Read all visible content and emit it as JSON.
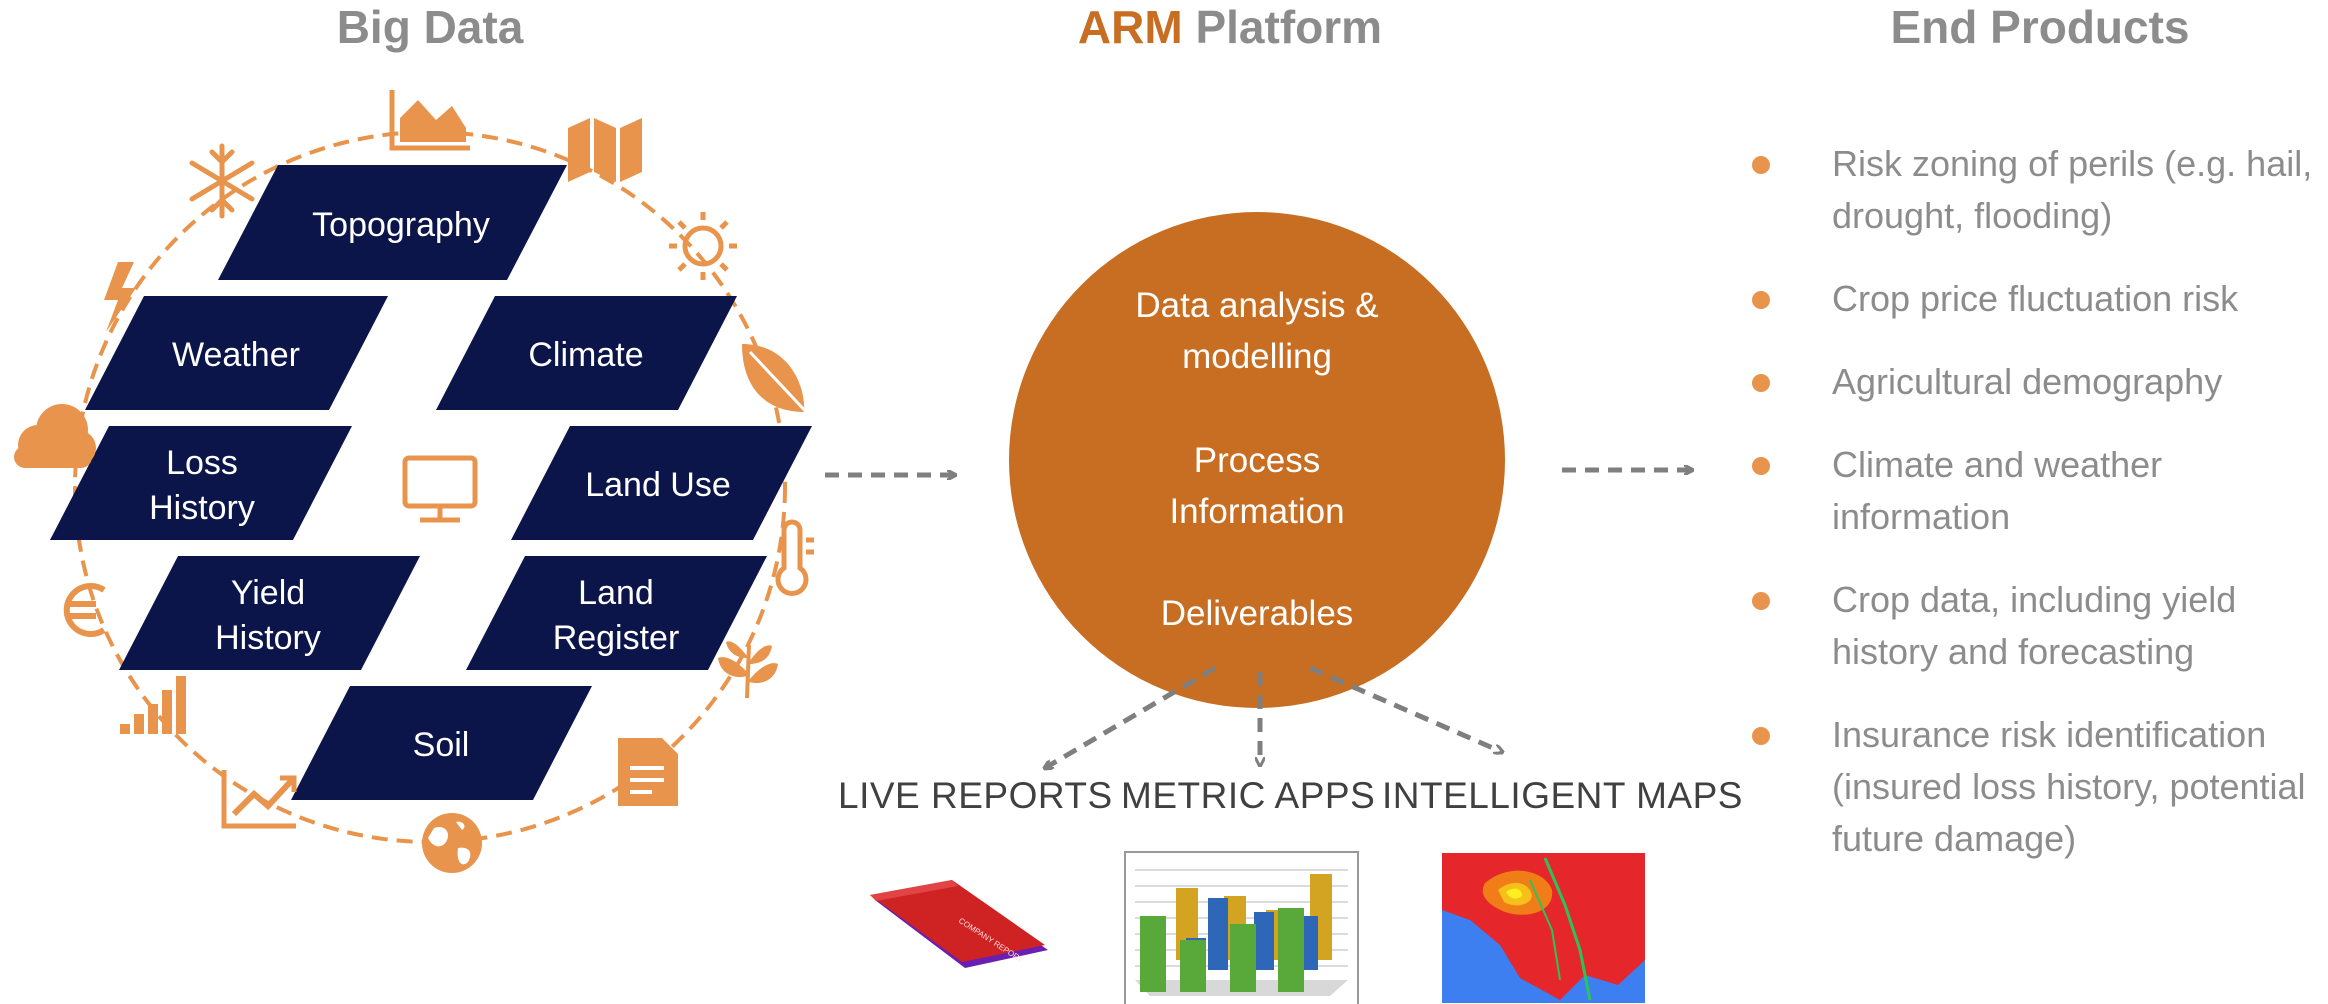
{
  "titles": {
    "big_data": "Big Data",
    "platform_accent": "ARM",
    "platform_rest": " Platform",
    "end_products": "End Products"
  },
  "tiles": [
    "Topography",
    "Weather",
    "Climate",
    "Loss History",
    "Land Use",
    "Yield History",
    "Land Register",
    "Soil"
  ],
  "circle": {
    "lines": [
      "Data analysis &",
      "modelling",
      "Process",
      "Information",
      "Deliverables"
    ]
  },
  "outputs": {
    "live_reports": "LIVE REPORTS",
    "metric_apps": "METRIC APPS",
    "intelligent_maps": "INTELLIGENT MAPS"
  },
  "end_products": [
    "Risk zoning of perils (e.g. hail, drought, flooding)",
    "Crop price fluctuation risk",
    "Agricultural demography",
    "Climate and weather information",
    "Crop data, including yield history and forecasting",
    "Insurance risk identification (insured loss history, potential future damage)"
  ],
  "icons": [
    "area-chart-icon",
    "map-icon",
    "snowflake-icon",
    "sun-icon",
    "lightning-icon",
    "leaf-icon",
    "cloud-icon",
    "monitor-icon",
    "thermometer-icon",
    "euro-icon",
    "plant-icon",
    "bar-chart-icon",
    "document-icon",
    "trend-chart-icon",
    "globe-icon"
  ],
  "colors": {
    "accent": "#e8944c",
    "platform_circle": "#c86e22",
    "tile": "#0b154a",
    "title_gray": "#8c8c8c",
    "arrow_gray": "#7f7f7f"
  }
}
